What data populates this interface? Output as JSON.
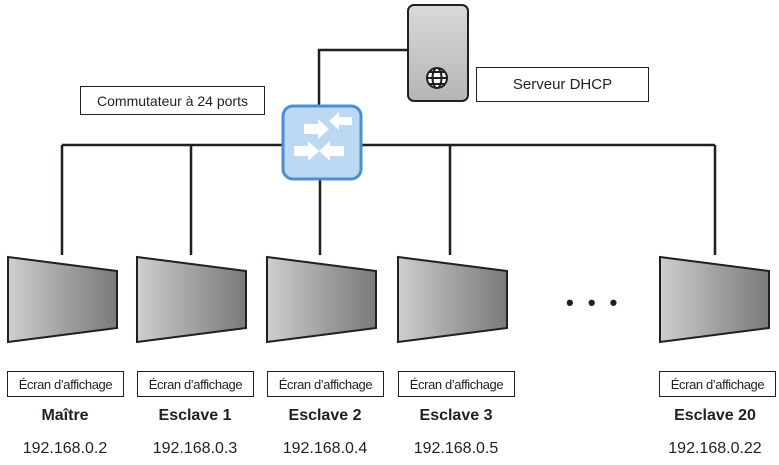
{
  "switch": {
    "label": "Commutateur à 24 ports",
    "icon": "network-switch-icon"
  },
  "server": {
    "label": "Serveur DHCP",
    "icon": "globe-icon"
  },
  "ellipsis": "• • •",
  "displays": [
    {
      "screen_label": "Écran d’affichage",
      "role": "Maître",
      "ip": "192.168.0.2"
    },
    {
      "screen_label": "Écran d’affichage",
      "role": "Esclave 1",
      "ip": "192.168.0.3"
    },
    {
      "screen_label": "Écran d’affichage",
      "role": "Esclave 2",
      "ip": "192.168.0.4"
    },
    {
      "screen_label": "Écran d’affichage",
      "role": "Esclave 3",
      "ip": "192.168.0.5"
    },
    {
      "screen_label": "Écran d’affichage",
      "role": "Esclave 20",
      "ip": "192.168.0.22"
    }
  ],
  "colors": {
    "line": "#231f20",
    "switch_fill": "#bcd8f2",
    "switch_border": "#4a90d0",
    "server_fill": "#c8c8c8"
  }
}
